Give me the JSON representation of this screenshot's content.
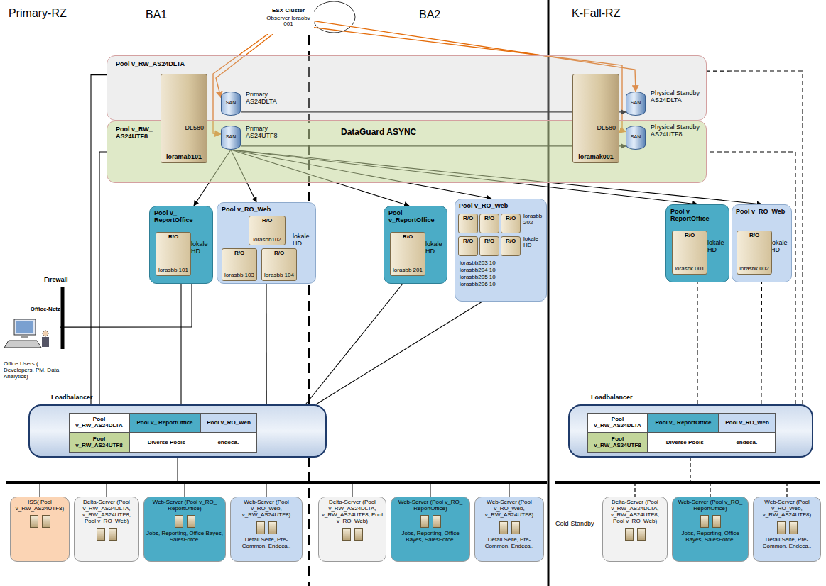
{
  "diagram": {
    "nodes": [
      {
        "text": [
          "ESX-Cluster",
          "Observer loraobv 001"
        ]
      },
      {
        "text": [
          "Pool v_RW_AS24DLTA"
        ]
      },
      {
        "text": [
          "Pool v_RW_ AS24UTF8"
        ]
      },
      {
        "text": [
          "DL580",
          "loramab101"
        ]
      },
      {
        "text": [
          "SAN",
          "Primary AS24DLTA"
        ],
        "in": 1
      },
      {
        "text": [
          "SAN",
          "Primary AS24UTF8"
        ],
        "in": 2
      },
      {
        "text": [
          "DL580",
          "loramak001"
        ]
      },
      {
        "text": [
          "SAN",
          "Physical Standby AS24DLTA"
        ],
        "in": 1
      },
      {
        "text": [
          "SAN",
          "Physical Standby AS24UTF8"
        ],
        "in": 2
      },
      {
        "text": [
          "Pool v_ ReportOffice",
          "lokale HD"
        ]
      },
      {
        "text": [
          "R/O",
          "lorasbb 101"
        ],
        "in": 9
      },
      {
        "text": [
          "Pool v_RO_Web",
          "lokale HD"
        ]
      },
      {
        "text": [
          "R/O",
          "lorasbb102"
        ],
        "in": 11
      },
      {
        "text": [
          "R/O",
          "lorasbb 103"
        ],
        "in": 11
      },
      {
        "text": [
          "R/O",
          "lorasbb 104"
        ],
        "in": 11
      },
      {
        "text": [
          "Pool v_ReportOffice",
          "lokale HD"
        ]
      },
      {
        "text": [
          "R/O",
          "lorasbb 201"
        ],
        "in": 15
      },
      {
        "text": [
          "Pool v_RO_Web",
          "lorasbb 202",
          "lokale HD",
          "lorasbb203 10",
          "lorasbb204 10",
          "lorasbb205 10",
          "lorasbb206 10"
        ]
      },
      {
        "text": [
          "R/O"
        ],
        "in": 17
      },
      {
        "text": [
          "R/O"
        ],
        "in": 17
      },
      {
        "text": [
          "R/O"
        ],
        "in": 17
      },
      {
        "text": [
          "R/O"
        ],
        "in": 17
      },
      {
        "text": [
          "R/O"
        ],
        "in": 17
      },
      {
        "text": [
          "R/O"
        ],
        "in": 17
      },
      {
        "text": [
          "Pool v_ ReportOffice",
          "lokale HD"
        ]
      },
      {
        "text": [
          "R/O",
          "lorasbk 001"
        ],
        "in": 24
      },
      {
        "text": [
          "Pool v_RO_Web",
          "lokale HD"
        ]
      },
      {
        "text": [
          "R/O",
          "lorasbk 002"
        ],
        "in": 26
      },
      {
        "text": [
          "Office-Netz",
          "Office Users ( Developers, PM, Data Analytics)"
        ]
      },
      {
        "text": [
          "Loadbalancer"
        ]
      },
      {
        "text": [
          "Pool v_RW_AS24DLTA"
        ],
        "in": 29
      },
      {
        "text": [
          "Pool v_ ReportOffice"
        ],
        "in": 29
      },
      {
        "text": [
          "Pool v_RO_Web"
        ],
        "in": 29
      },
      {
        "text": [
          "Pool v_RW_AS24UTF8"
        ],
        "in": 29
      },
      {
        "text": [
          "Diverse Pools",
          "endeca."
        ],
        "in": 29
      },
      {
        "text": [
          "Loadbalancer"
        ]
      },
      {
        "text": [
          "Pool v_RW_AS24DLTA"
        ],
        "in": 35
      },
      {
        "text": [
          "Pool v_ ReportOffice"
        ],
        "in": 35
      },
      {
        "text": [
          "Pool v_RO_Web"
        ],
        "in": 35
      },
      {
        "text": [
          "Pool v_RW_AS24UTF8"
        ],
        "in": 35
      },
      {
        "text": [
          "Diverse Pools",
          "endeca."
        ],
        "in": 35
      },
      {
        "text": [
          "ISS( Pool v_RW_AS24UTF8)"
        ]
      },
      {
        "text": [
          "Delta-Server (Pool v_RW_AS24DLTA, v_RW_AS24UTF8, Pool v_RO_Web)"
        ]
      },
      {
        "text": [
          "Web-Server (Pool v_RO_ ReportOffice)",
          "Jobs, Reporting, Office Bayes, SalesForce."
        ]
      },
      {
        "text": [
          "Web-Server (Pool v_RO_Web, v_RW_AS24UTF8)",
          "Detail Seite, Pre-Common, Endeca.."
        ]
      },
      {
        "text": [
          "Delta-Server (Pool v_RW_AS24DLTA, v_RW_AS24UTF8, Pool v_RO_Web)"
        ]
      },
      {
        "text": [
          "Web-Server (Pool v_RO_ ReportOffice)",
          "Jobs, Reporting, Office Bayes, SalesForce."
        ]
      },
      {
        "text": [
          "Web-Server (Pool v_RO_Web, v_RW_AS24UTF8)",
          "Detail Seite, Pre-Common, Endeca.."
        ]
      },
      {
        "text": [
          "Delta-Server (Pool v_RW_AS24DLTA, v_RW_AS24UTF8, Pool v_RO_Web)"
        ]
      },
      {
        "text": [
          "Web-Server (Pool v_RO_ ReportOffice)",
          "Jobs, Reporting, Office Bayes, SalesForce."
        ]
      },
      {
        "text": [
          "Web-Server (Pool v_RO_Web, v_RW_AS24UTF8)",
          "Detail Seite, Pre-Common, Endeca.."
        ]
      }
    ],
    "edges": [
      {
        "from": 0,
        "to": 4,
        "arrow": "to"
      },
      {
        "from": 0,
        "to": 5,
        "arrow": "to"
      },
      {
        "from": 0,
        "to": 7,
        "arrow": "to"
      },
      {
        "from": 0,
        "to": 8,
        "arrow": "to"
      },
      {
        "from": 4,
        "to": 7,
        "arrow": "to"
      },
      {
        "from": 5,
        "to": 8,
        "arrow": "to"
      },
      {
        "from": 5,
        "to": 9,
        "arrow": "to"
      },
      {
        "from": 5,
        "to": 11,
        "arrow": "to"
      },
      {
        "from": 5,
        "to": 15,
        "arrow": "to"
      },
      {
        "from": 5,
        "to": 17,
        "arrow": "to"
      },
      {
        "from": 5,
        "to": 24,
        "arrow": "to"
      },
      {
        "from": 5,
        "to": 26,
        "arrow": "to"
      },
      {
        "from": 9,
        "to": 29,
        "arrow": "none"
      },
      {
        "from": 11,
        "to": 29,
        "arrow": "none"
      },
      {
        "from": 15,
        "to": 29,
        "arrow": "none"
      },
      {
        "from": 17,
        "to": 29,
        "arrow": "none"
      },
      {
        "from": 1,
        "to": 29,
        "arrow": "none"
      },
      {
        "from": 2,
        "to": 29,
        "arrow": "none"
      },
      {
        "from": 28,
        "to": 9,
        "arrow": "none"
      },
      {
        "from": 35,
        "to": 24,
        "arrow": "none"
      },
      {
        "from": 35,
        "to": 26,
        "arrow": "none"
      },
      {
        "from": 35,
        "to": 1,
        "arrow": "none"
      },
      {
        "from": 35,
        "to": 2,
        "arrow": "none"
      }
    ],
    "labels": [
      "Primary-RZ",
      "BA1",
      "BA2",
      "K-Fall-RZ",
      "DataGuard ASYNC",
      "Firewall",
      "Cold-Standby"
    ]
  }
}
